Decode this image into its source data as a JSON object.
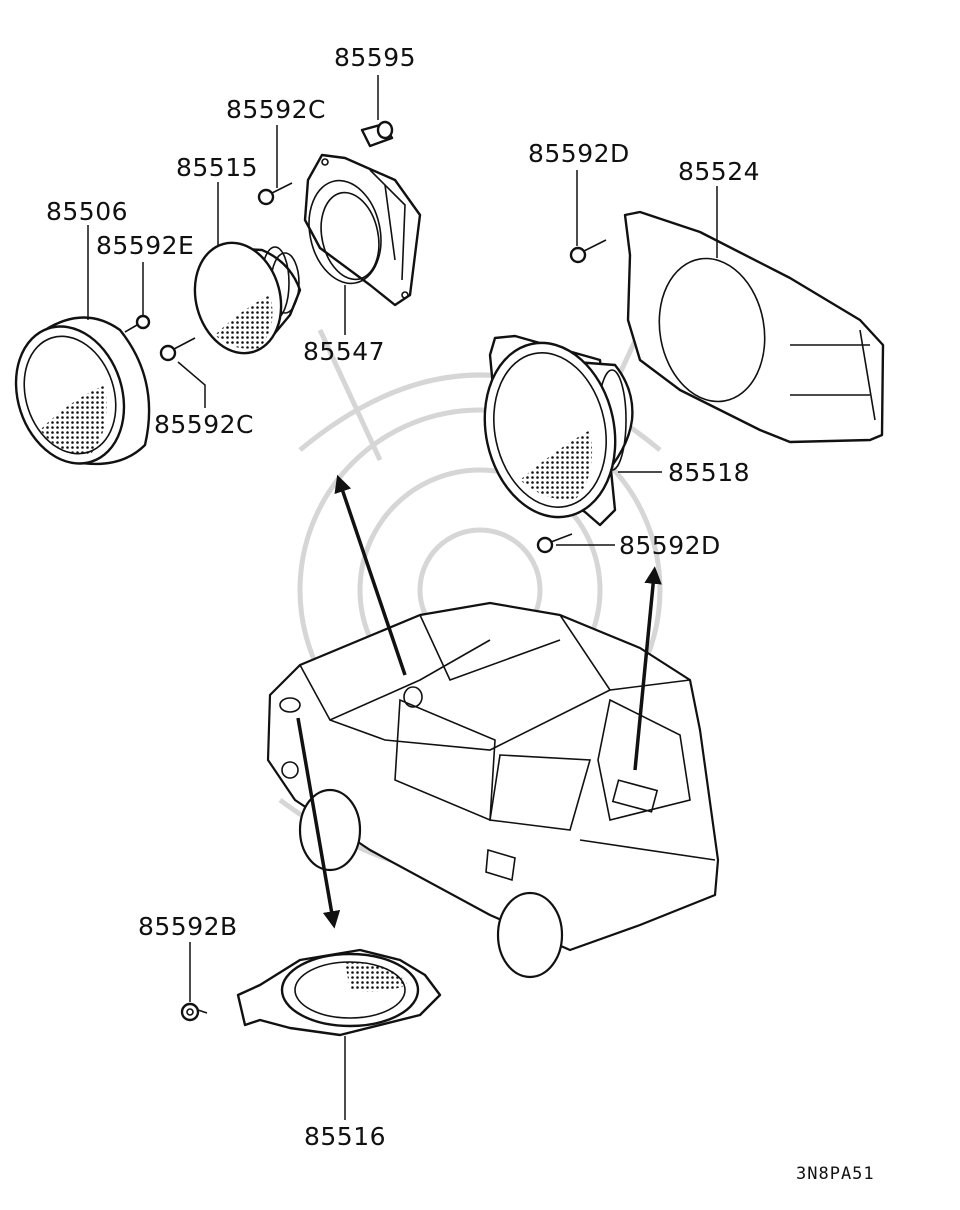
{
  "labels": {
    "p85595": "85595",
    "p85592c_top": "85592C",
    "p85515": "85515",
    "p85506": "85506",
    "p85592e": "85592E",
    "p85547": "85547",
    "p85592c_bottom": "85592C",
    "p85592d_top": "85592D",
    "p85524": "85524",
    "p85518": "85518",
    "p85592d_bottom": "85592D",
    "p85592b": "85592B",
    "p85516": "85516"
  },
  "diagram_code": "3N8PA51",
  "colors": {
    "line": "#111111",
    "background": "#ffffff",
    "watermark": "#d6d6d6"
  }
}
